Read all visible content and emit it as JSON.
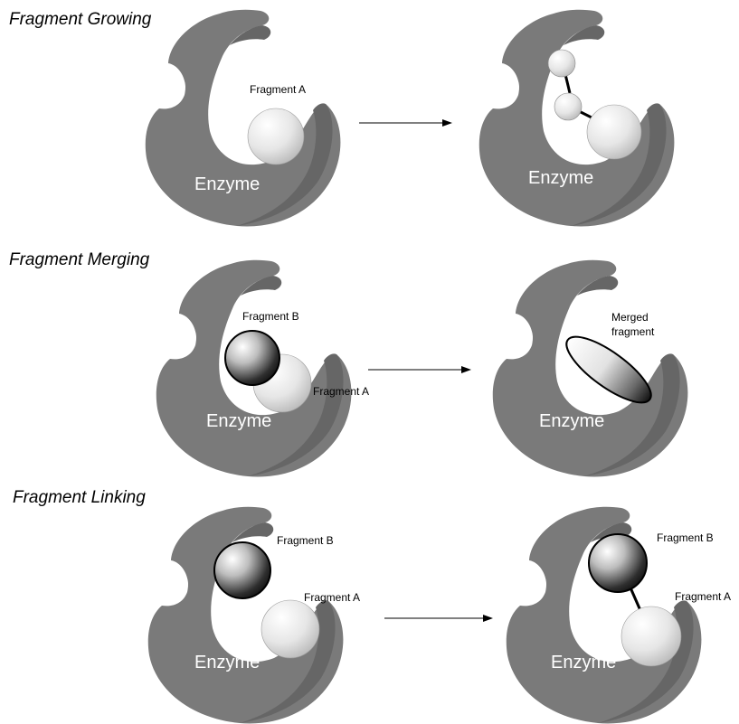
{
  "sections": {
    "growing": {
      "title": "Fragment Growing",
      "before": {
        "enzyme": "Enzyme",
        "fragment_a": "Fragment A"
      },
      "after": {
        "enzyme": "Enzyme"
      }
    },
    "merging": {
      "title": "Fragment Merging",
      "before": {
        "enzyme": "Enzyme",
        "fragment_a": "Fragment A",
        "fragment_b": "Fragment B"
      },
      "after": {
        "enzyme": "Enzyme",
        "merged_line1": "Merged",
        "merged_line2": "fragment"
      }
    },
    "linking": {
      "title": "Fragment Linking",
      "before": {
        "enzyme": "Enzyme",
        "fragment_a": "Fragment A",
        "fragment_b": "Fragment B"
      },
      "after": {
        "enzyme": "Enzyme",
        "fragment_a": "Fragment A",
        "fragment_b": "Fragment B"
      }
    }
  }
}
